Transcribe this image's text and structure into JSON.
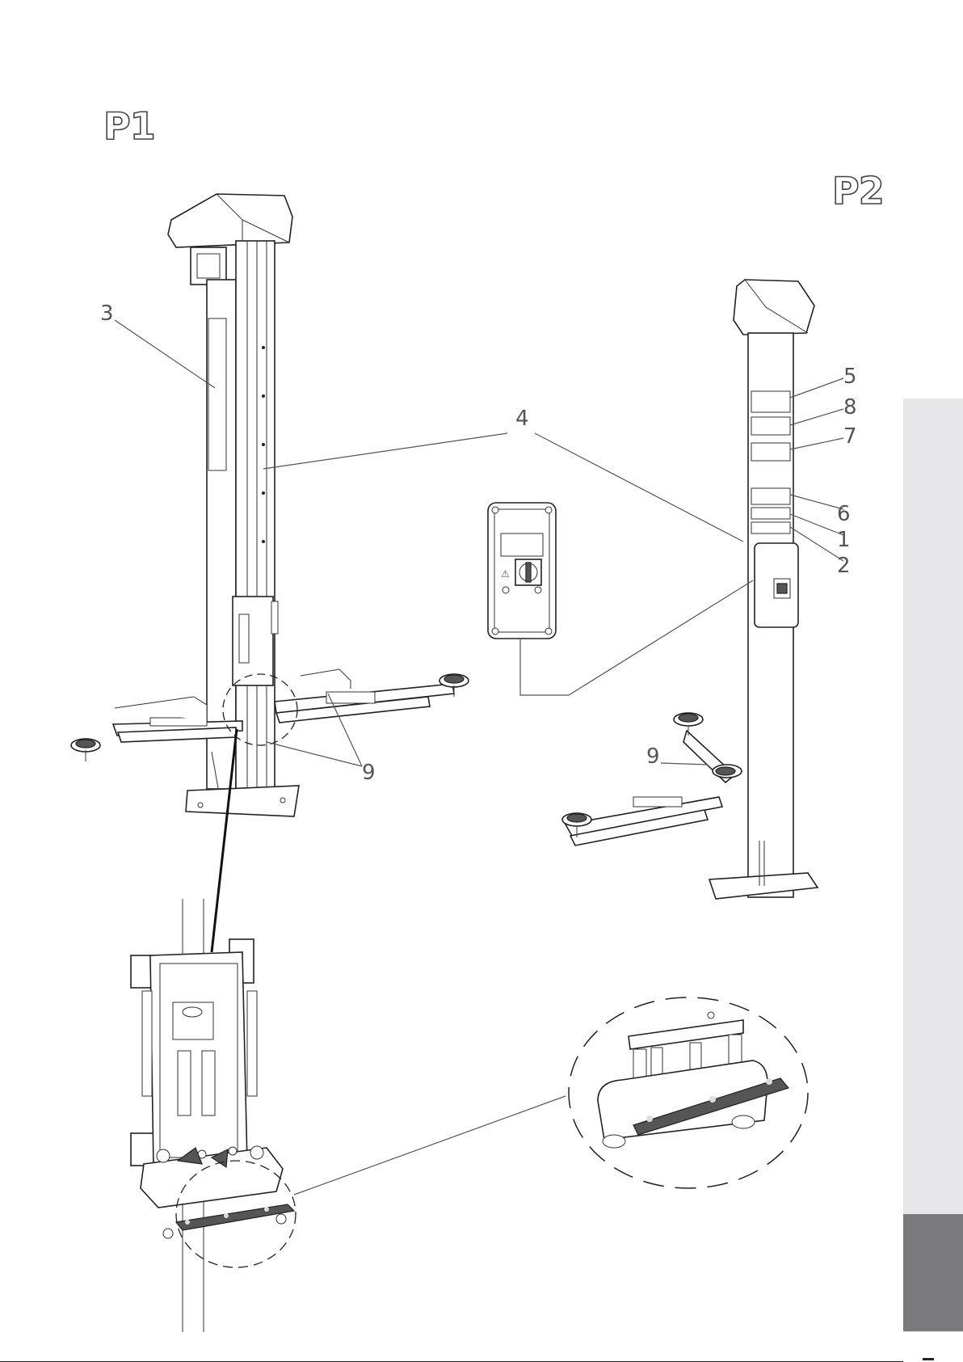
{
  "views": {
    "p1": {
      "label": "P1"
    },
    "p2": {
      "label": "P2"
    }
  },
  "callouts": {
    "c3": "3",
    "c4": "4",
    "c9_p1": "9",
    "c9_p2": "9",
    "c5": "5",
    "c8": "8",
    "c7": "7",
    "c6": "6",
    "c1": "1",
    "c2": "2"
  },
  "control_box": {
    "warning_symbol": "⚠"
  },
  "colors": {
    "line": "#222222",
    "side_band": "#e7e7ea",
    "side_tab": "#7a7a7c",
    "safety_bar": "#555555"
  }
}
